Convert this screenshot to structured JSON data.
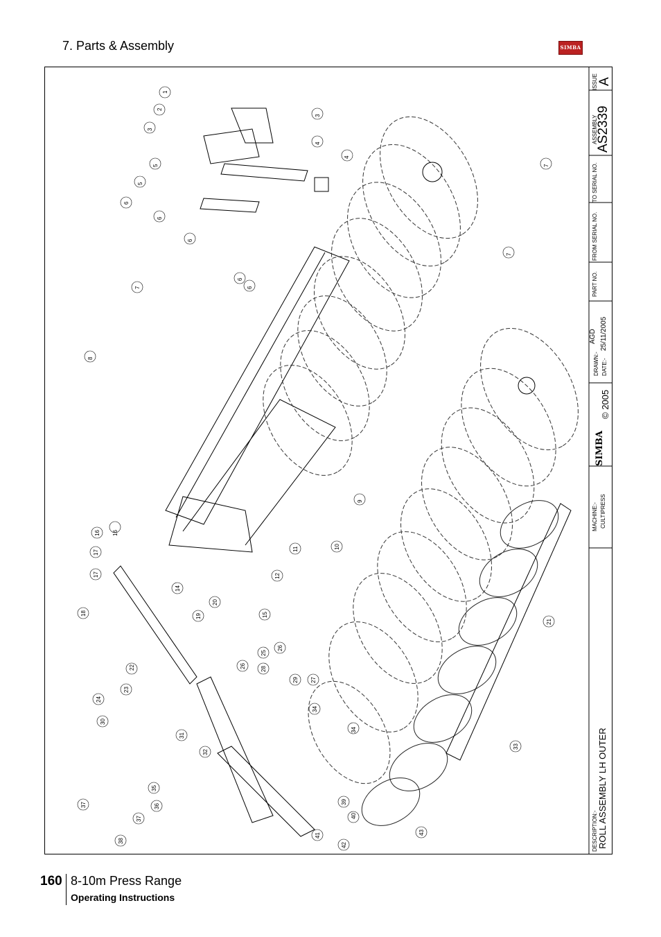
{
  "header": {
    "section_title": "7. Parts & Assembly",
    "logo_text": "SIMBA"
  },
  "drawing": {
    "title_block": {
      "issue_label": "ISSUE",
      "issue_value": "A",
      "assembly_label": "ASSEMBLY",
      "assembly_no": "AS2339",
      "to_serial_label": "TO SERIAL NO.",
      "from_serial_label": "FROM SERIAL NO.",
      "part_no_label": "PART NO.",
      "drawn_label": "DRAWN:-",
      "drawn_value": "AGD",
      "date_label": "DATE:-",
      "date_value": "25/11/2005",
      "copyright": "© 2005",
      "brand": "SIMBA",
      "machine_label": "MACHINE:-",
      "machine_value": "CULTIPRESS",
      "description_label": "DESCRIPTION:-",
      "description_value": "ROLL ASSEMBLY LH OUTER"
    },
    "callouts": [
      "1",
      "2",
      "3",
      "3",
      "4",
      "4",
      "5",
      "5",
      "6",
      "6",
      "6",
      "6",
      "6",
      "7",
      "7",
      "7",
      "8",
      "9",
      "10",
      "11",
      "12",
      "14",
      "15",
      "16",
      "16",
      "17",
      "17",
      "18",
      "19",
      "20",
      "21",
      "22",
      "23",
      "24",
      "25",
      "26",
      "26",
      "27",
      "28",
      "29",
      "30",
      "31",
      "32",
      "33",
      "34",
      "34",
      "35",
      "36",
      "37",
      "37",
      "38",
      "39",
      "40",
      "41",
      "42",
      "43"
    ]
  },
  "footer": {
    "page_number": "160",
    "title": "8-10m Press Range",
    "subtitle": "Operating Instructions"
  }
}
